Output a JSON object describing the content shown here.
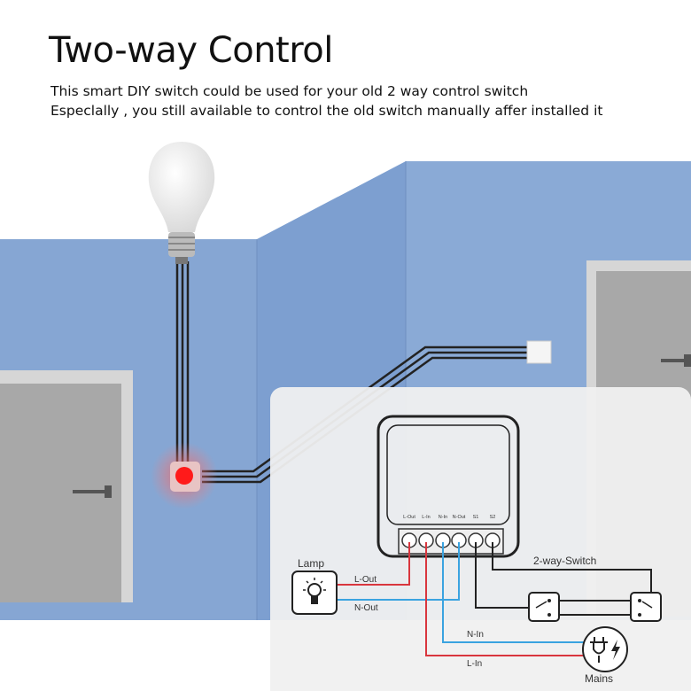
{
  "header": {
    "title": "Two-way Control",
    "subtitle_line1": "This smart DIY switch could be used for your old 2 way control switch",
    "subtitle_line2": "Especlally , you still available to control the old switch manually affer installed it"
  },
  "diagram": {
    "terminals": [
      "L-Out",
      "L-In",
      "N-In",
      "N-Out",
      "S1",
      "S2"
    ],
    "lamp_label": "Lamp",
    "wire_labels": {
      "l_out": "L-Out",
      "n_out": "N-Out",
      "n_in": "N-In",
      "l_in": "L-In"
    },
    "switch_label": "2-way-Switch",
    "mains_label": "Mains"
  },
  "colors": {
    "wall": "#86a6d3",
    "live_wire": "#d9363e",
    "neutral_wire": "#3aa3e0",
    "indicator": "#ff1a1a"
  }
}
